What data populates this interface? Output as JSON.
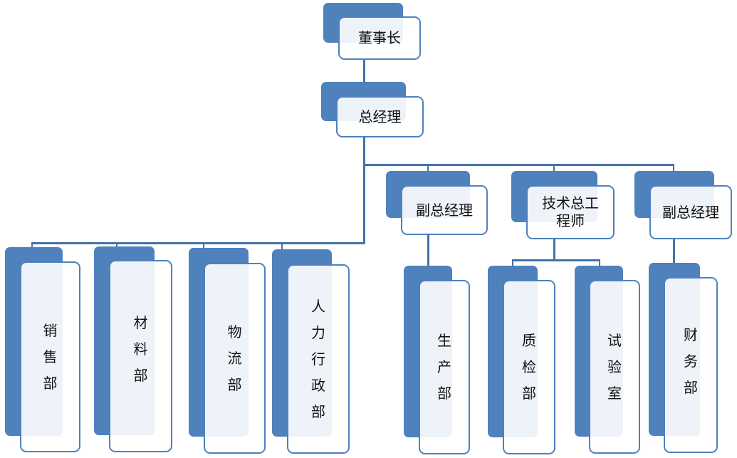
{
  "diagram": {
    "type": "org-chart",
    "colors": {
      "node_fill": "#4f81bd",
      "connector": "#4472a8",
      "card_border": "#4f81bd"
    },
    "nodes": {
      "chairman": {
        "label": "董事长"
      },
      "gm": {
        "label": "总经理"
      },
      "deputy_gm_1": {
        "label": "副总经理"
      },
      "chief_engineer": {
        "label": "技术总工程师"
      },
      "deputy_gm_2": {
        "label": "副总经理"
      },
      "sales": {
        "label": "销售部"
      },
      "materials": {
        "label": "材料部"
      },
      "logistics": {
        "label": "物流部"
      },
      "hr_admin": {
        "label": "人力行政部"
      },
      "production": {
        "label": "生产部"
      },
      "qc": {
        "label": "质检部"
      },
      "lab": {
        "label": "试验室"
      },
      "finance": {
        "label": "财务部"
      }
    },
    "edges": [
      [
        "chairman",
        "gm"
      ],
      [
        "gm",
        "deputy_gm_1"
      ],
      [
        "gm",
        "chief_engineer"
      ],
      [
        "gm",
        "deputy_gm_2"
      ],
      [
        "gm",
        "sales"
      ],
      [
        "gm",
        "materials"
      ],
      [
        "gm",
        "logistics"
      ],
      [
        "gm",
        "hr_admin"
      ],
      [
        "deputy_gm_1",
        "production"
      ],
      [
        "chief_engineer",
        "qc"
      ],
      [
        "chief_engineer",
        "lab"
      ],
      [
        "deputy_gm_2",
        "finance"
      ]
    ]
  }
}
